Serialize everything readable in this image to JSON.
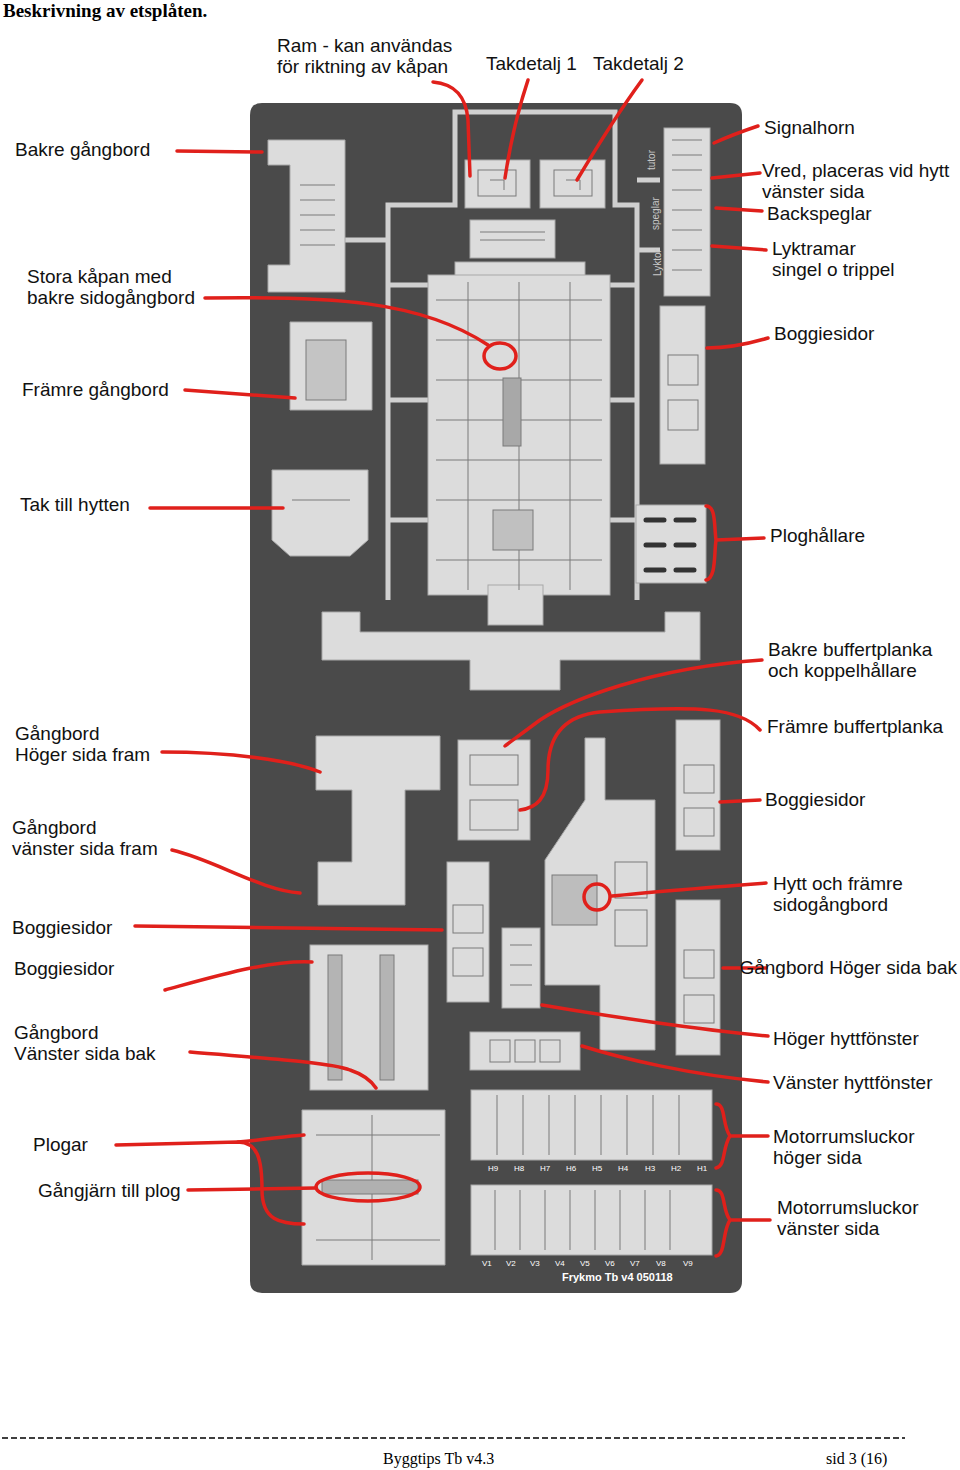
{
  "diagram": {
    "title": "Beskrivning av etsplåten.",
    "labels": [
      "Ram - kan användas för riktning av kåpan",
      "Takdetalj 1",
      "Takdetalj 2",
      "Bakre gångbord",
      "Signalhorn",
      "Vred, placeras vid hytt vänster sida",
      "Backspeglar",
      "tutor",
      "speglar",
      "Lyktor",
      "Lyktramar singel o trippel",
      "Stora kåpan med bakre sidogångbord",
      "Boggiesidor",
      "Främre gångbord",
      "Tak till hytten",
      "Ploghållare",
      "Bakre buffertplanka och koppelhållare",
      "Främre buffertplanka",
      "Gångbord Höger sida fram",
      "Boggiesidor",
      "Gångbord vänster sida fram",
      "Hytt och främre sidogångbord",
      "Boggiesidor",
      "Gångbord Höger sida bak",
      "Boggiesidor",
      "Gångbord Vänster sida bak",
      "Höger hyttfönster",
      "Vänster hyttfönster",
      "Plogar",
      "Motorrumsluckor höger sida",
      "H9",
      "H8",
      "H7",
      "H6",
      "H5",
      "H4",
      "H3",
      "H2",
      "H1",
      "Gångjärn till plog",
      "Motorrumsluckor vänster sida",
      "V1",
      "V2",
      "V3",
      "V4",
      "V5",
      "V6",
      "V7",
      "V8",
      "V9",
      "Frykmo Tb v4 050118",
      "Byggtips Tb v4.3",
      "sid 3 (16)"
    ]
  }
}
